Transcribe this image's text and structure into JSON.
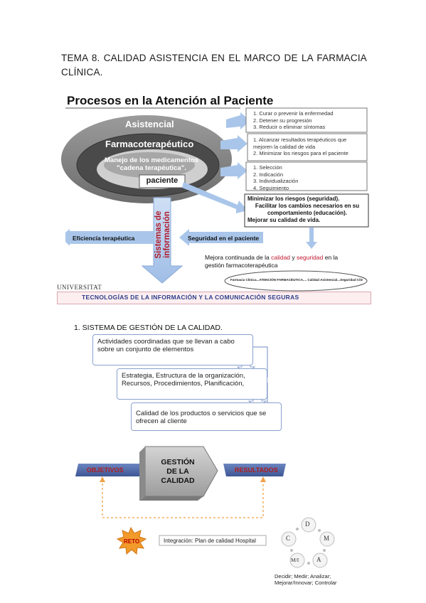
{
  "title": "TEMA 8. CALIDAD ASISTENCIA EN EL MARCO DE LA FARMACIA CLÍNICA.",
  "figure1": {
    "heading": "Procesos en la Atención al Paciente",
    "ring_outer": "Asistencial",
    "ring_middle": "Farmacoterapéutico",
    "ring_inner_line1": "Manejo de los medicamentos",
    "ring_inner_line2": "\"cadena terapéutica\".",
    "center": "paciente",
    "list1": [
      "1.  Curar o prevenir la enfermedad",
      "2.  Detener su progresión",
      "3.  Reducir o eliminar síntomas"
    ],
    "list2": [
      "1.  Alcanzar resultados terapéuticos que",
      "     mejoren la calidad de vida",
      "2.  Minimizar los riesgos para el paciente"
    ],
    "list3": [
      "1.  Selección",
      "2.  Indicación",
      "3.  Individualización",
      "4.  Seguimiento"
    ],
    "callout": [
      "Minimizar los riesgos (seguridad).",
      "Facilitar los cambios necesarios en su",
      "comportamiento (educación).",
      "Mejorar su calidad de vida."
    ],
    "vertical_line1": "Sistemas de",
    "vertical_line2": "información",
    "left_arrow": "Eficiencia terapéutica",
    "right_arrow": "Seguridad en el paciente",
    "improve_prefix": "Mejora continuada de la ",
    "improve_calidad": "calidad",
    "improve_y": " y ",
    "improve_seguridad": "seguridad",
    "improve_suffix": " en la",
    "improve_line2": "gestión farmacoterapéutica",
    "oval_text": "Farmacia Clínica...ATENCIÓN FARMACÉUTICA.... Calidad Asistencial...Seguridad Clínica",
    "logo": "UNIVERSITAT",
    "tech_bar": "TECNOLOGÍAS DE LA INFORMACIÓN Y LA COMUNICACIÓN SEGURAS"
  },
  "section1": "1.   SISTEMA DE GESTIÓN DE LA CALIDAD.",
  "figure2": {
    "box1": "Actividades coordinadas que se llevan a cabo sobre un conjunto de elementos",
    "box2": "Estrategia, Estructura de la organización, Recursos, Procedimientos, Planificación,",
    "box3": "Calidad de los productos o servicios que se ofrecen al cliente"
  },
  "figure3": {
    "objetivos": "OBJETIVOS",
    "gestion_line1": "GESTIÓN",
    "gestion_line2": "DE LA",
    "gestion_line3": "CALIDAD",
    "resultados": "RESULTADOS",
    "reto": "RETO",
    "integracion": "Integración: Plan de calidad Hospital",
    "cycle": [
      "D",
      "M",
      "A",
      "M/I",
      "C"
    ],
    "cycle_caption_line1": "Decidir; Medir; Analizar;",
    "cycle_caption_line2": "Mejorar/Innovar; Controlar"
  },
  "colors": {
    "ribbon": "#4f6aa8",
    "arrow": "#a9c6ea",
    "oval": "#7b7b7b",
    "accent_red": "#c0182f"
  }
}
